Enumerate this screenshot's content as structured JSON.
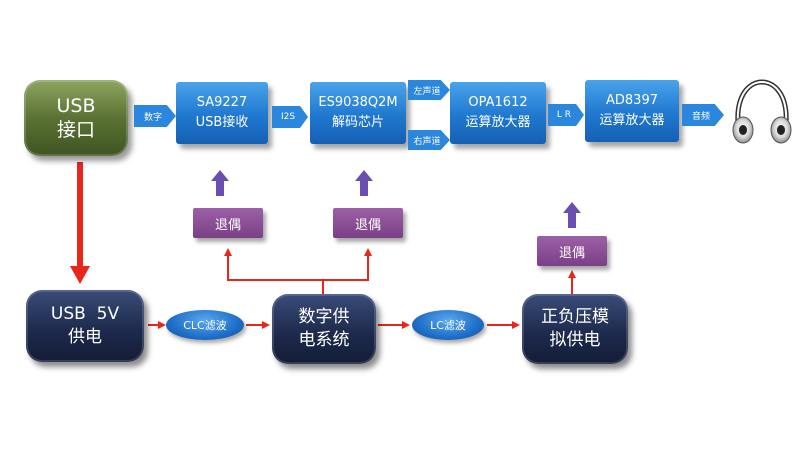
{
  "colors": {
    "signal_blue": "#2b86dd",
    "power_red": "#e8261b",
    "coupling_purple": "#7a3f86",
    "up_arrow_purple": "#6a4fb0"
  },
  "nodes": {
    "usb_port": {
      "line1": "USB",
      "line2": "接口"
    },
    "sa9227": {
      "line1": "SA9227",
      "line2": "USB接收"
    },
    "es9038": {
      "line1": "ES9038Q2M",
      "line2": "解码芯片"
    },
    "opa1612": {
      "line1": "OPA1612",
      "line2": "运算放大器"
    },
    "ad8397": {
      "line1": "AD8397",
      "line2": "运算放大器"
    },
    "usb5v": {
      "line1": "USB  5V",
      "line2": "供电"
    },
    "digital_power": {
      "line1": "数字供",
      "line2": "电系统"
    },
    "analog_power": {
      "line1": "正负压模",
      "line2": "拟供电"
    },
    "clc_filter": "CLC滤波",
    "lc_filter": "LC滤波",
    "decouple_1": "退偶",
    "decouple_2": "退偶",
    "decouple_3": "退偶"
  },
  "signal_labels": {
    "digital": "数字",
    "i2s": "I2S",
    "left_channel": "左声道",
    "right_channel": "右声道",
    "lr": "L R",
    "audio": "音频"
  },
  "icons": {
    "output_device": "headphones-icon"
  }
}
